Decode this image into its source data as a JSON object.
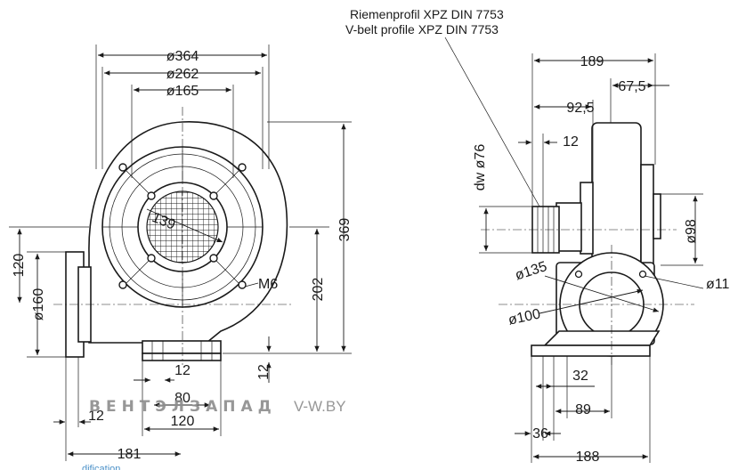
{
  "front_view": {
    "dims": {
      "d364": "ø364",
      "d262": "ø262",
      "d165": "ø165",
      "d139": "139",
      "h369": "369",
      "h202": "202",
      "h120": "120",
      "d160": "ø160",
      "m6": "M6",
      "b12_right": "12",
      "b12_foot": "12",
      "b80": "80",
      "b120": "120",
      "b12_left": "12",
      "b181": "181"
    }
  },
  "side_view": {
    "belt_label_de": "Riemenprofil XPZ DIN 7753",
    "belt_label_en": "V-belt profile XPZ DIN 7753",
    "dims": {
      "w189": "189",
      "w67_5": "67,5",
      "w92_5": "92,5",
      "w12": "12",
      "dw76": "dw ø76",
      "d98": "ø98",
      "d135": "ø135",
      "d11": "ø11",
      "d100": "ø100",
      "b32": "32",
      "b89": "89",
      "b36": "36",
      "b188": "188"
    }
  },
  "watermark": {
    "brand": "ВЕНТЭЛЗАПАД",
    "site": "V-W.BY",
    "color_blue": "#4a90c8",
    "color_gray": "#8c8c8c"
  },
  "footer_fragment": "dification"
}
